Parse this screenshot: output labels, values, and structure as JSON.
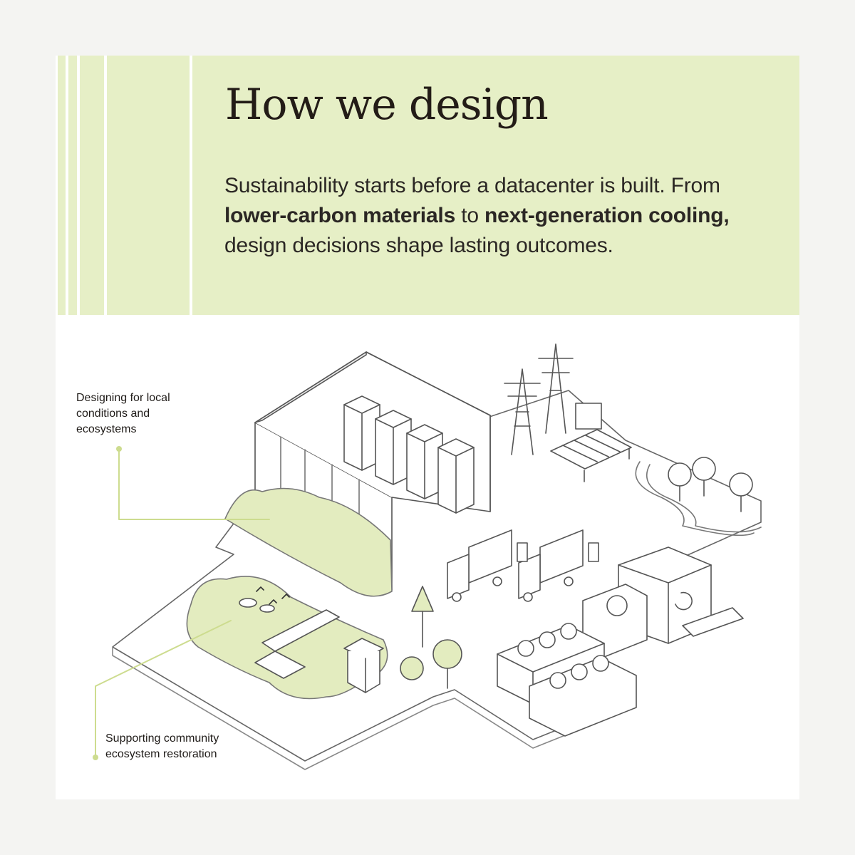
{
  "header": {
    "title": "How we design",
    "description": {
      "part1": "Sustainability starts before a datacenter is built. From ",
      "bold1": "lower-carbon materials",
      "part2": " to ",
      "bold2": "next-generation cooling,",
      "part3": " design decisions shape lasting outcomes."
    }
  },
  "callouts": {
    "local": "Designing for local conditions and ecosystems",
    "community": "Supporting community ecosystem restoration"
  },
  "colors": {
    "header_bg": "#e6efc6",
    "accent_green": "#c9dc92",
    "line": "#555555"
  }
}
